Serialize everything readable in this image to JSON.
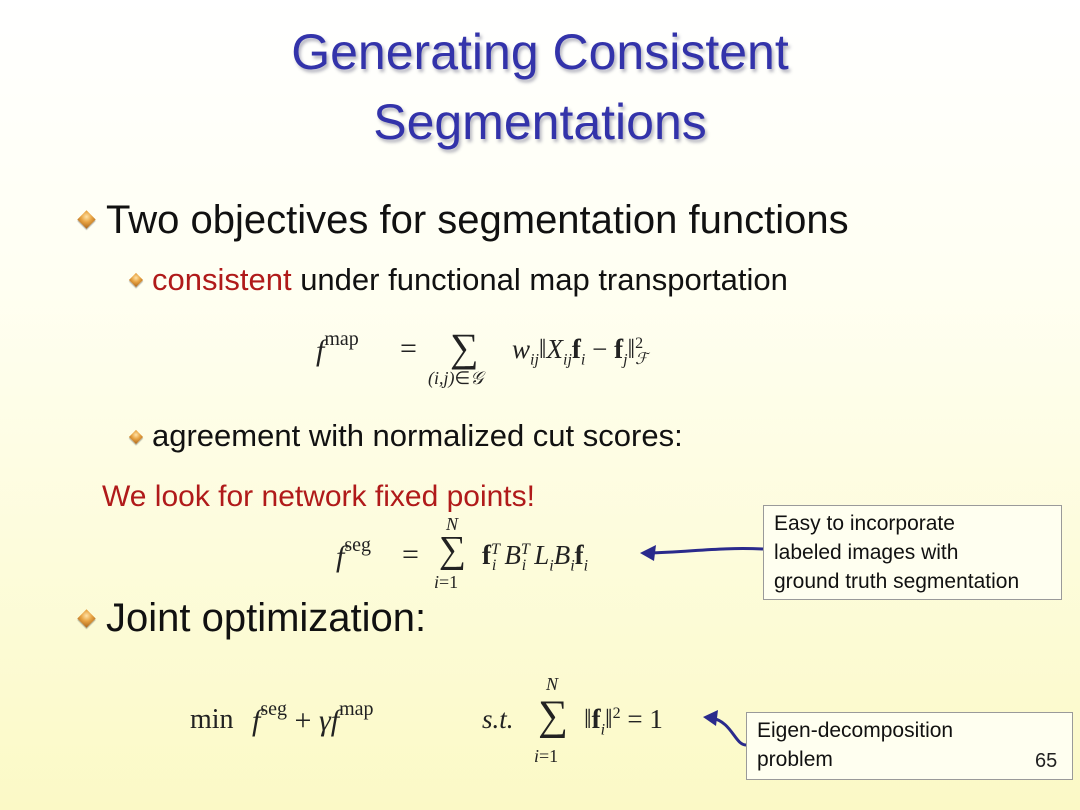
{
  "title": {
    "line1": "Generating Consistent",
    "line2": "Segmentations"
  },
  "bullets": {
    "objectives": "Two objectives for segmentation functions",
    "consistent_word": "consistent",
    "consistent_rest": " under functional map transportation",
    "agreement": "agreement with normalized cut scores:",
    "fixed_points": "We look for network fixed points!",
    "joint": "Joint optimization:"
  },
  "callouts": {
    "labeled": [
      "Easy to incorporate",
      "labeled images with",
      "ground truth segmentation"
    ],
    "eigen": [
      "Eigen-decomposition",
      "problem"
    ]
  },
  "page_number": "65",
  "colors": {
    "title": "#3333aa",
    "highlight": "#b01a1a",
    "arrow": "#2a2a8c",
    "bullet": "#e8a342"
  }
}
